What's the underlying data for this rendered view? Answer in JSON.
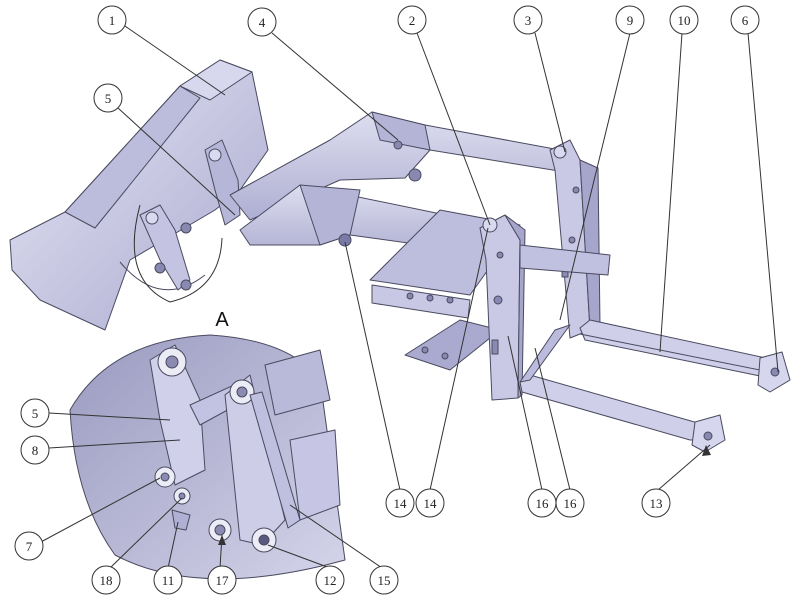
{
  "detail": {
    "label": "A"
  },
  "callouts": [
    {
      "id": "c1",
      "text": "1"
    },
    {
      "id": "c5top",
      "text": "5"
    },
    {
      "id": "c4",
      "text": "4"
    },
    {
      "id": "c2",
      "text": "2"
    },
    {
      "id": "c3",
      "text": "3"
    },
    {
      "id": "c9",
      "text": "9"
    },
    {
      "id": "c10",
      "text": "10"
    },
    {
      "id": "c6",
      "text": "6"
    },
    {
      "id": "c14a",
      "text": "14"
    },
    {
      "id": "c14b",
      "text": "14"
    },
    {
      "id": "c16a",
      "text": "16"
    },
    {
      "id": "c16b",
      "text": "16"
    },
    {
      "id": "c13",
      "text": "13"
    },
    {
      "id": "c5d",
      "text": "5"
    },
    {
      "id": "c8",
      "text": "8"
    },
    {
      "id": "c7",
      "text": "7"
    },
    {
      "id": "c18",
      "text": "18"
    },
    {
      "id": "c11",
      "text": "11"
    },
    {
      "id": "c17",
      "text": "17"
    },
    {
      "id": "c12",
      "text": "12"
    },
    {
      "id": "c15",
      "text": "15"
    }
  ],
  "colors": {
    "part_fill": "#c9c9e6",
    "part_dark": "#9c9cc0",
    "part_light": "#e1e1f2",
    "line": "#333333"
  }
}
